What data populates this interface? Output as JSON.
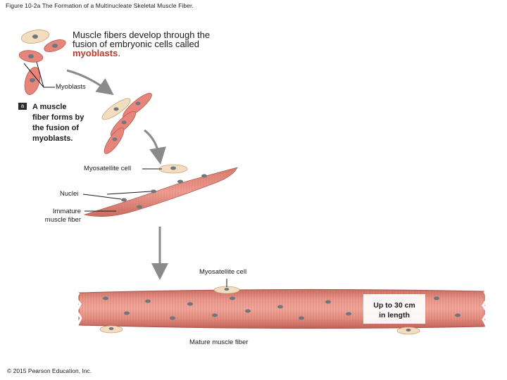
{
  "figure_title": "Figure 10-2a The Formation of a Multinucleate Skeletal Muscle Fiber.",
  "intro": {
    "line1": "Muscle fibers develop through the",
    "line2": "fusion of embryonic cells called",
    "highlight": "myoblasts",
    "end": "."
  },
  "labels": {
    "myoblasts": "Myoblasts",
    "part_letter": "a",
    "part_desc": [
      "A muscle",
      "fiber forms by",
      "the fusion of",
      "myoblasts."
    ],
    "myosatellite_1": "Myosatellite cell",
    "nuclei": "Nuclei",
    "immature": [
      "Immature",
      "muscle fiber"
    ],
    "myosatellite_2": "Myosatellite cell",
    "length_note": [
      "Up to 30 cm",
      "in length"
    ],
    "mature": "Mature muscle fiber"
  },
  "copyright": "© 2015 Pearson Education, Inc.",
  "colors": {
    "myoblast": "#e8857a",
    "myoblast_light": "#f3ddc0",
    "fiber": "#dd7f72",
    "fiber_stripe": "#c9655a",
    "nucleus": "#6e7780",
    "arrow": "#8a8a8a"
  }
}
